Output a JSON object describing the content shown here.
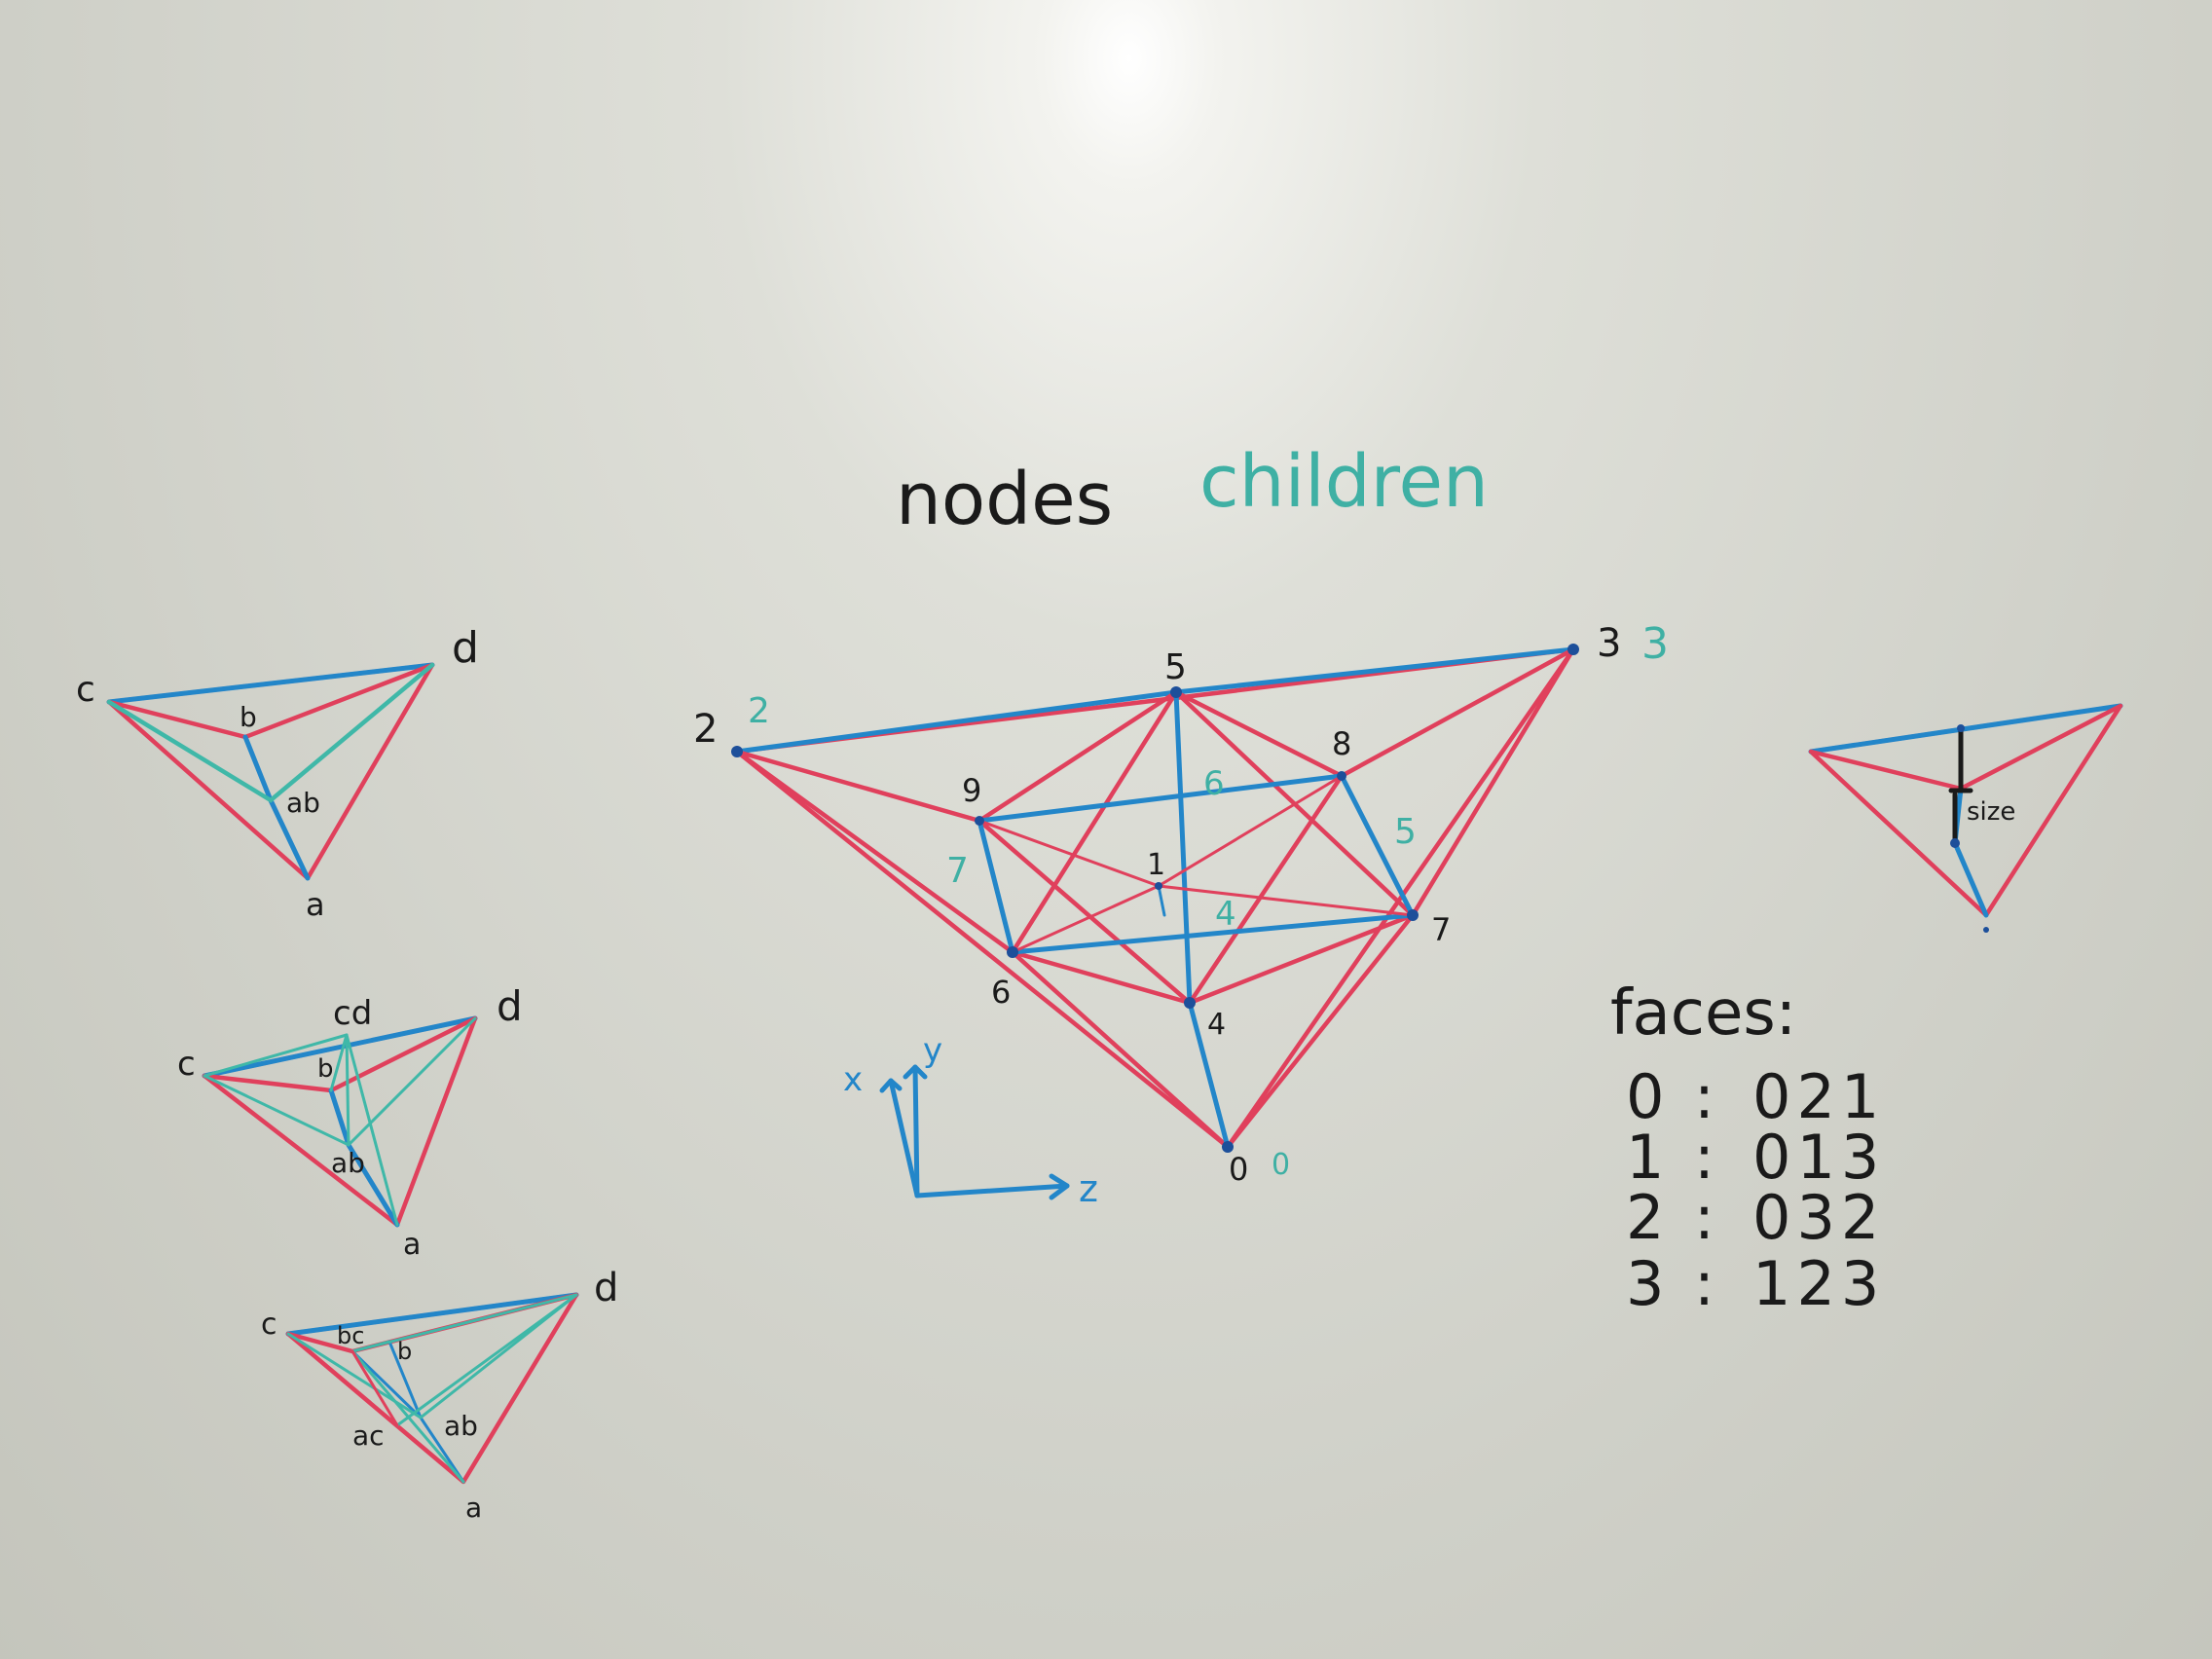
{
  "title": {
    "nodes": "nodes",
    "children": "children"
  },
  "colors": {
    "red": "#e0405c",
    "blue": "#2386c9",
    "teal": "#3fb8a8",
    "black": "#1a1a1a"
  },
  "central": {
    "node_labels": {
      "n0": "0",
      "n2": "2",
      "n3": "3",
      "n4": "4",
      "n5": "5",
      "n6": "6",
      "n7": "7",
      "n8": "8",
      "n9": "9",
      "n1": "1"
    },
    "child_labels": {
      "c0": "0",
      "c2": "2",
      "c3": "3",
      "c4": "4",
      "c5": "5",
      "c6": "6",
      "c7": "7"
    }
  },
  "axes": {
    "x": "x",
    "y": "y",
    "z": "z"
  },
  "faces": {
    "heading": "faces:",
    "rows": [
      {
        "index": "0",
        "sep": ":",
        "verts": "021"
      },
      {
        "index": "1",
        "sep": ":",
        "verts": "013"
      },
      {
        "index": "2",
        "sep": ":",
        "verts": "032"
      },
      {
        "index": "3",
        "sep": ":",
        "verts": "123"
      }
    ]
  },
  "size_label": "size",
  "left1": {
    "c": "c",
    "d": "d",
    "b": "b",
    "ab": "ab",
    "a": "a"
  },
  "left2": {
    "c": "c",
    "cd": "cd",
    "d": "d",
    "b": "b",
    "ab": "ab",
    "a": "a"
  },
  "left3": {
    "c": "c",
    "bc": "bc",
    "b": "b",
    "d": "d",
    "ac": "ac",
    "ab": "ab",
    "a": "a"
  }
}
